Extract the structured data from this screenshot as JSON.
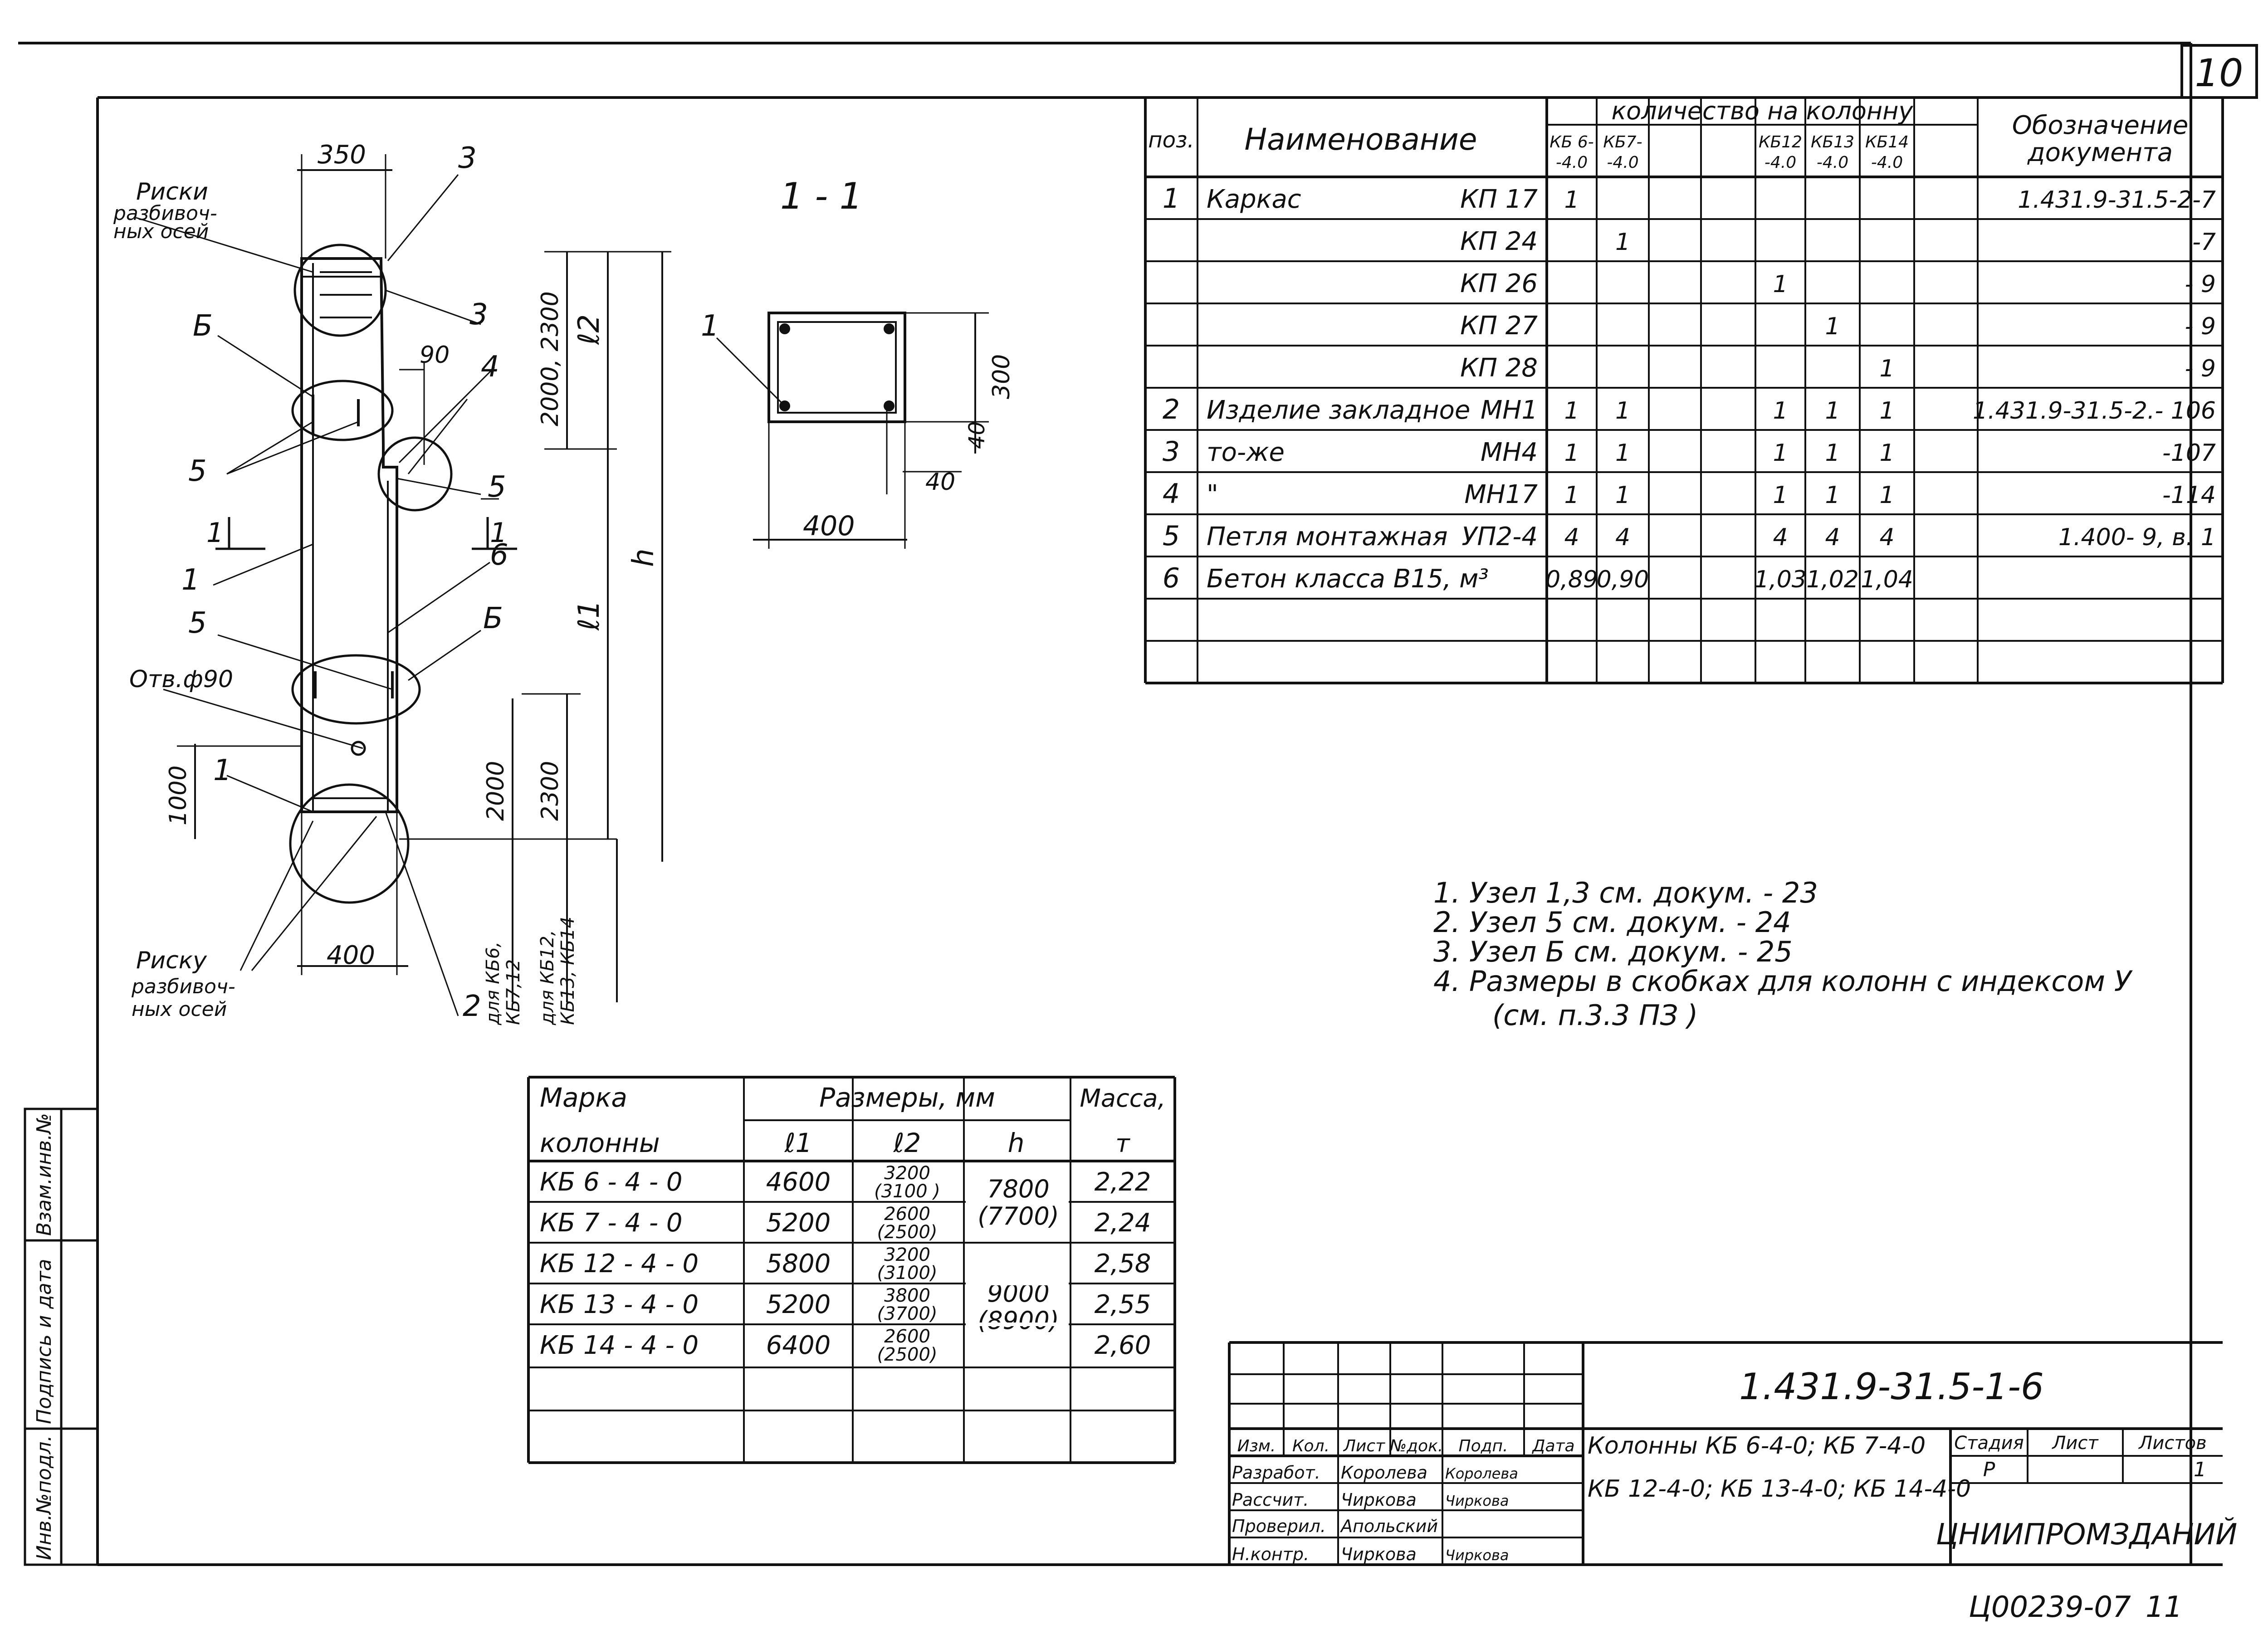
{
  "sheet_number": "10",
  "footer_code": "Ц00239-07",
  "footer_page": "11",
  "drawing": {
    "section_label": "1 - 1",
    "labels": {
      "riski_left_top": [
        "Риски",
        "разбивоч-",
        "ных осей"
      ],
      "riski_left_bottom": [
        "Риску",
        "разбивоч-",
        "ных осей"
      ],
      "hole": "Отв.ф90",
      "callout_1": "1",
      "callout_2": "2",
      "callout_3": "3",
      "callout_4": "4",
      "callout_5": "5",
      "callout_6": "6",
      "callout_B": "Б",
      "section_mark": "1"
    },
    "dims": {
      "top_width": "350",
      "bottom_width": "400",
      "small_offset": "90",
      "l2_values": "2000, 2300",
      "l2": "ℓ2",
      "h": "h",
      "l1": "ℓ1",
      "bottom_1000": "1000",
      "bottom_2000": "2000",
      "bottom_2300": "2300",
      "for_kb": [
        "для КБ6,",
        "КБ7,12",
        "для КБ12,",
        "КБ13, КБ14"
      ],
      "section_width": "400",
      "section_height": "300",
      "section_cover_1": "40",
      "section_cover_2": "40"
    }
  },
  "spec_table": {
    "headers": {
      "pos": "поз.",
      "name": "Наименование",
      "qty": "количество на колонну",
      "doc": [
        "Обозначение",
        "документа"
      ]
    },
    "qty_columns": [
      [
        "КБ 6-",
        "-4.0"
      ],
      [
        "КБ7-",
        "-4.0"
      ],
      [
        "",
        ""
      ],
      [
        "",
        ""
      ],
      [
        "КБ12",
        "-4.0"
      ],
      [
        "КБ13",
        "-4.0"
      ],
      [
        "КБ14",
        "-4.0"
      ],
      [
        "",
        ""
      ]
    ],
    "rows": [
      {
        "pos": "1",
        "name": "Каркас",
        "mark": "КП 17",
        "q": [
          "1",
          "",
          "",
          "",
          "",
          "",
          "",
          ""
        ],
        "doc": "1.431.9-31.5-2-7"
      },
      {
        "pos": "",
        "name": "",
        "mark": "КП 24",
        "q": [
          "",
          "1",
          "",
          "",
          "",
          "",
          "",
          ""
        ],
        "doc": "-7"
      },
      {
        "pos": "",
        "name": "",
        "mark": "КП 26",
        "q": [
          "",
          "",
          "",
          "",
          "1",
          "",
          "",
          ""
        ],
        "doc": "- 9"
      },
      {
        "pos": "",
        "name": "",
        "mark": "КП 27",
        "q": [
          "",
          "",
          "",
          "",
          "",
          "1",
          "",
          ""
        ],
        "doc": "- 9"
      },
      {
        "pos": "",
        "name": "",
        "mark": "КП 28",
        "q": [
          "",
          "",
          "",
          "",
          "",
          "",
          "1",
          ""
        ],
        "doc": "- 9"
      },
      {
        "pos": "2",
        "name": "Изделие закладное",
        "mark": "МН1",
        "q": [
          "1",
          "1",
          "",
          "",
          "1",
          "1",
          "1",
          ""
        ],
        "doc": "1.431.9-31.5-2.- 106"
      },
      {
        "pos": "3",
        "name": "то-же",
        "mark": "МН4",
        "q": [
          "1",
          "1",
          "",
          "",
          "1",
          "1",
          "1",
          ""
        ],
        "doc": "-107"
      },
      {
        "pos": "4",
        "name": "\"",
        "mark": "МН17",
        "q": [
          "1",
          "1",
          "",
          "",
          "1",
          "1",
          "1",
          ""
        ],
        "doc": "-114"
      },
      {
        "pos": "5",
        "name": "Петля монтажная",
        "mark": "УП2-4",
        "q": [
          "4",
          "4",
          "",
          "",
          "4",
          "4",
          "4",
          ""
        ],
        "doc": "1.400- 9, в. 1"
      },
      {
        "pos": "6",
        "name": "Бетон класса В15, м³",
        "mark": "",
        "q": [
          "0,89",
          "0,90",
          "",
          "",
          "1,03",
          "1,02",
          "1,04",
          ""
        ],
        "doc": ""
      },
      {
        "pos": "",
        "name": "",
        "mark": "",
        "q": [
          "",
          "",
          "",
          "",
          "",
          "",
          "",
          ""
        ],
        "doc": ""
      },
      {
        "pos": "",
        "name": "",
        "mark": "",
        "q": [
          "",
          "",
          "",
          "",
          "",
          "",
          "",
          ""
        ],
        "doc": ""
      }
    ]
  },
  "notes": [
    "1.  Узел 1,3 см. докум.  - 23",
    "2.  Узел  5  см.  докум.   - 24",
    "3.  Узел  Б  см.  докум.   - 25",
    "4.  Размеры в скобках  для колонн с индексом У",
    "(см.  п.3.3  ПЗ )"
  ],
  "dims_table": {
    "headers": {
      "mark": [
        "Марка",
        "колонны"
      ],
      "sizes": "Размеры,  мм",
      "l1": "ℓ1",
      "l2": "ℓ2",
      "h": "h",
      "mass": [
        "Масса,",
        "т"
      ]
    },
    "rows": [
      {
        "mark": "КБ 6 - 4 - 0",
        "l1": "4600",
        "l2": [
          "3200",
          "(3100 )"
        ],
        "mass": "2,22"
      },
      {
        "mark": "КБ 7 - 4 - 0",
        "l1": "5200",
        "l2": [
          "2600",
          "(2500)"
        ],
        "mass": "2,24"
      },
      {
        "mark": "КБ 12 - 4 - 0",
        "l1": "5800",
        "l2": [
          "3200",
          "(3100)"
        ],
        "mass": "2,58"
      },
      {
        "mark": "КБ 13 - 4 - 0",
        "l1": "5200",
        "l2": [
          "3800",
          "(3700)"
        ],
        "mass": "2,55"
      },
      {
        "mark": "КБ 14 - 4 - 0",
        "l1": "6400",
        "l2": [
          "2600",
          "(2500)"
        ],
        "mass": "2,60"
      }
    ],
    "h_groups": [
      {
        "value": "7800",
        "alt": "(7700)"
      },
      {
        "value": "9000",
        "alt": "(8900)"
      }
    ]
  },
  "title_block": {
    "designation": "1.431.9-31.5-1-6",
    "col_headers": [
      "Изм.",
      "Кол.",
      "Лист",
      "№док.",
      "Подп.",
      "Дата"
    ],
    "roles": [
      "Разработ.",
      "Рассчит.",
      "Проверил.",
      "",
      "Н.контр."
    ],
    "names": [
      "Королева",
      "Чиркова",
      "Апольский",
      "",
      "Чиркова"
    ],
    "signatures": [
      "Королева",
      "Чиркова",
      "",
      "",
      "Чиркова"
    ],
    "title_lines": [
      "Колонны КБ 6-4-0; КБ 7-4-0",
      "КБ 12-4-0; КБ 13-4-0; КБ 14-4-0"
    ],
    "stage_label": "Стадия",
    "sheet_label": "Лист",
    "sheets_label": "Листов",
    "stage": "Р",
    "sheets": "1",
    "org": "ЦНИИПРОМЗДАНИЙ"
  },
  "side_stamp": [
    "Инв.№подл.",
    "Подпись и дата",
    "Взам.инв.№"
  ]
}
